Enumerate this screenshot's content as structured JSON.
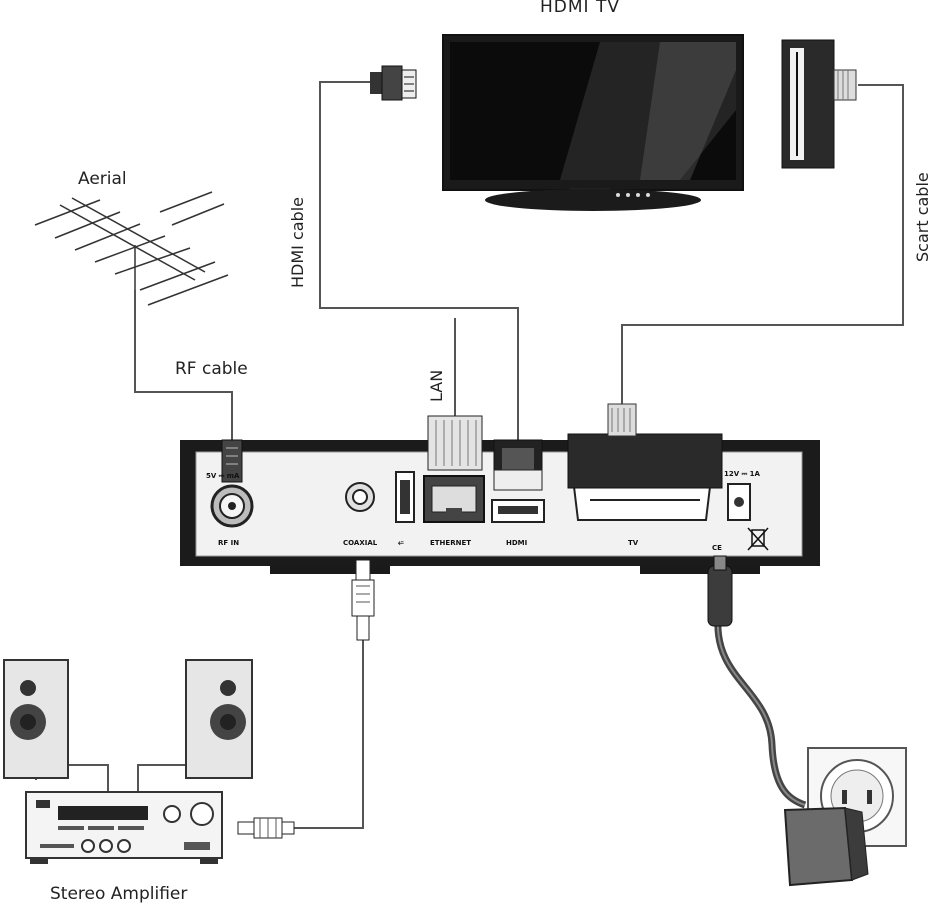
{
  "labels": {
    "hdmi_tv": "HDMI TV",
    "aerial": "Aerial",
    "rf_cable": "RF cable",
    "hdmi_cable": "HDMI cable",
    "scart_cable": "Scart cable",
    "lan": "LAN",
    "stereo_amplifier": "Stereo Amplifier"
  },
  "ports": {
    "rf_in": "RF IN",
    "rf_power": "5V ⎓ mA",
    "coaxial": "COAXIAL",
    "usb": "⭁",
    "ethernet": "ETHERNET",
    "hdmi": "HDMI",
    "tv": "TV",
    "power": "12V ⎓ 1A",
    "ce": "CE"
  }
}
